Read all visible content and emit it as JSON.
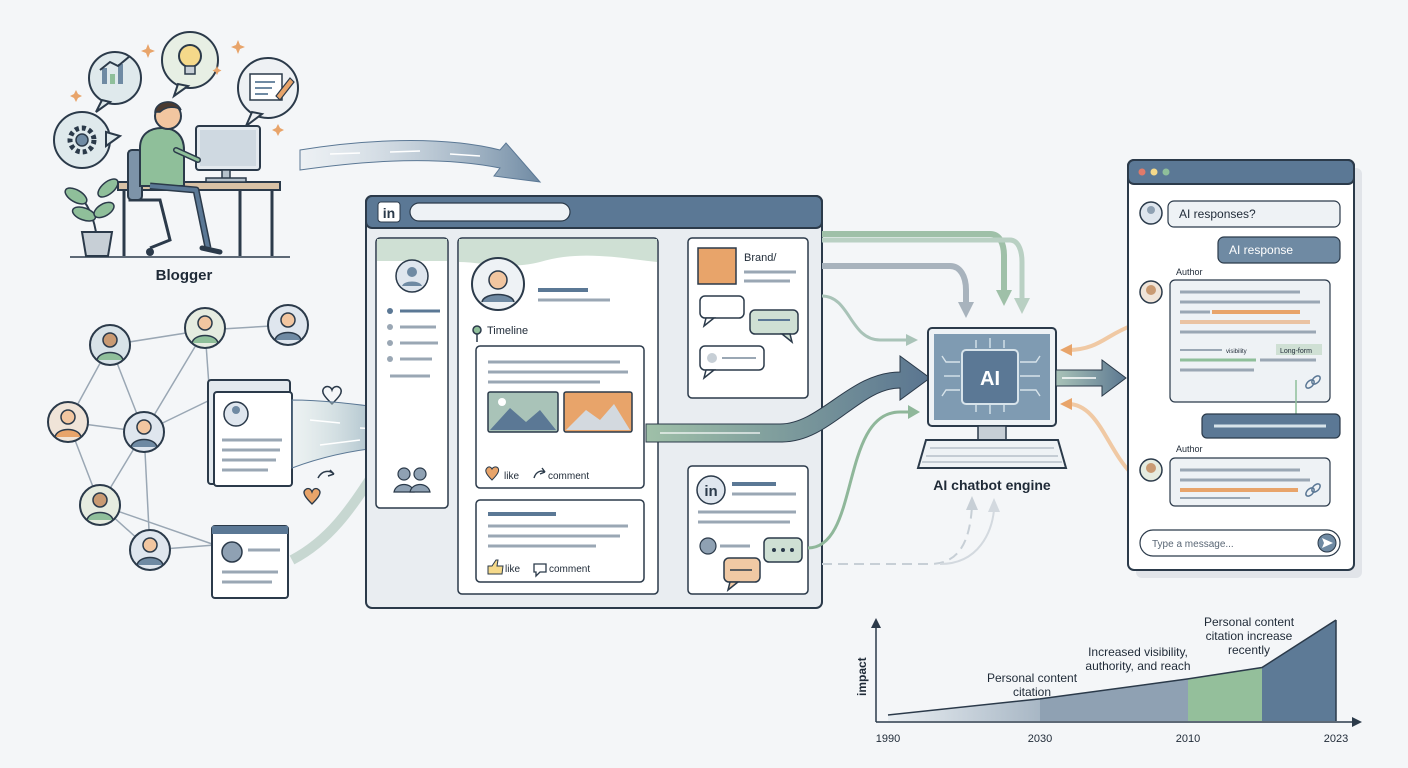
{
  "blogger": {
    "label": "Blogger"
  },
  "linkedin_window": {
    "logo": "in",
    "post": {
      "timeline_label": "Timeline",
      "card1": {
        "like": "like",
        "comment": "comment"
      },
      "card2": {
        "like": "like",
        "comment": "comment"
      }
    },
    "right_panel": {
      "brand_label": "Brand/",
      "logo2": "in"
    }
  },
  "engine": {
    "chip_label": "AI",
    "caption": "AI chatbot engine"
  },
  "chat": {
    "user_question": "AI responses?",
    "ai_response": "AI response",
    "author_label_1": "Author",
    "author_label_2": "Author",
    "snippet_highlight": "Long-form",
    "snippet_side": "visibility",
    "input_placeholder": "Type a message..."
  },
  "chart_data": {
    "type": "area",
    "ylabel": "impact",
    "x_ticks": [
      "1990",
      "2030",
      "2010",
      "2023"
    ],
    "values": [
      0.0,
      0.17,
      0.38,
      0.5,
      1.0
    ],
    "segment_colors": [
      "#8fa1b3",
      "#94bf9b",
      "#5d7a96"
    ],
    "annotations": [
      "Personal content citation",
      "Increased visibility, authority, and reach",
      "Personal content citation increase recently"
    ]
  },
  "colors": {
    "primary": "#5b7895",
    "accent_green": "#8fbf9a",
    "accent_orange": "#e8a46a",
    "outline": "#2b3a4a"
  }
}
